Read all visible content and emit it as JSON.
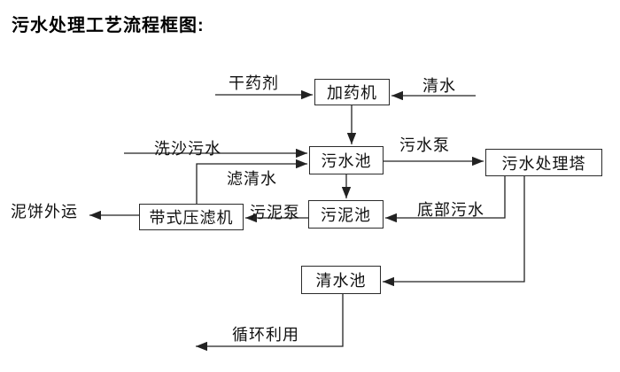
{
  "title": "污水处理工艺流程框图:",
  "diagram": {
    "nodes": {
      "dosing_machine": "加药机",
      "sewage_pool": "污水池",
      "treatment_tower": "污水处理塔",
      "sludge_pool": "污泥池",
      "belt_filter_press": "带式压滤机",
      "clean_water_pool": "清水池"
    },
    "flow_labels": {
      "dry_agent": "干药剂",
      "clean_water": "清水",
      "sand_washing_sewage": "洗沙污水",
      "filtered_clean_water": "滤清水",
      "sewage_pump": "污水泵",
      "sludge_pump": "污泥泵",
      "bottom_sewage": "底部污水",
      "mud_cake_outbound": "泥饼外运",
      "recycling_use": "循环利用"
    },
    "colors": {
      "line": "#222222",
      "text": "#111111",
      "background": "#ffffff"
    }
  }
}
